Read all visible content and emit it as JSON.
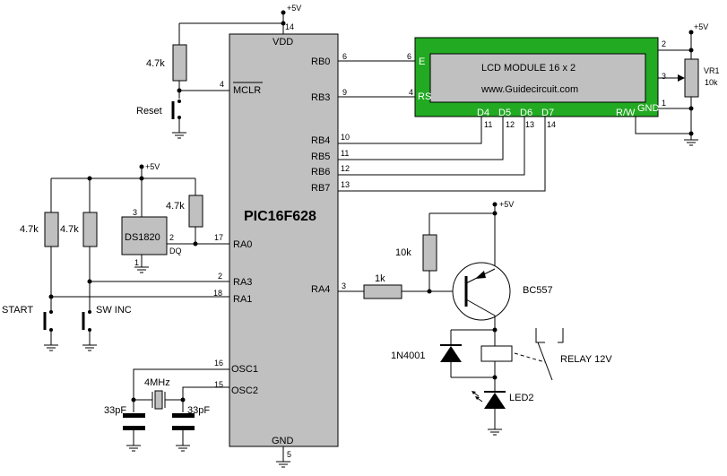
{
  "mcu": {
    "name": "PIC16F628",
    "pins": {
      "vdd": "VDD",
      "vdd_num": "14",
      "mclr": "MCLR",
      "mclr_num": "4",
      "rb0": "RB0",
      "rb0_num": "6",
      "rb3": "RB3",
      "rb3_num": "9",
      "rb4": "RB4",
      "rb4_num": "10",
      "rb5": "RB5",
      "rb5_num": "11",
      "rb6": "RB6",
      "rb6_num": "12",
      "rb7": "RB7",
      "rb7_num": "13",
      "ra0": "RA0",
      "ra0_num": "17",
      "ra3": "RA3",
      "ra3_num": "2",
      "ra1": "RA1",
      "ra1_num": "18",
      "ra4": "RA4",
      "ra4_num": "3",
      "osc1": "OSC1",
      "osc1_num": "16",
      "osc2": "OSC2",
      "osc2_num": "15",
      "gnd": "GND",
      "gnd_num": "5"
    }
  },
  "lcd": {
    "line1": "LCD MODULE 16 x 2",
    "line2": "www.Guidecircuit.com",
    "pin_e": "E",
    "pin_e_num": "6",
    "pin_rs": "RS",
    "pin_rs_num": "4",
    "d4": "D4",
    "d5": "D5",
    "d6": "D6",
    "d7": "D7",
    "d4_num": "11",
    "d5_num": "12",
    "d6_num": "13",
    "d7_num": "14",
    "rw": "R/W",
    "gnd": "GND",
    "pin2": "2",
    "pin3": "3",
    "pin1": "1",
    "colors": {
      "border": "#22aa22",
      "screen": "#c0c0c0"
    }
  },
  "supply": "+5V",
  "labels": {
    "r_mclr": "4.7k",
    "reset": "Reset",
    "vr1": "VR1",
    "vr1_val": "10k",
    "r_dq": "4.7k",
    "r_start": "4.7k",
    "r_swinc": "4.7k",
    "ds1820": "DS1820",
    "ds_pin3": "3",
    "ds_pin2": "2",
    "ds_pin1": "1",
    "ds_dq": "DQ",
    "start": "START",
    "swinc": "SW INC",
    "r_base_pull": "10k",
    "r_base": "1k",
    "transistor": "BC557",
    "diode": "1N4001",
    "relay": "RELAY 12V",
    "led": "LED2",
    "crystal": "4MHz",
    "cap1": "33pF",
    "cap2": "33pF"
  }
}
